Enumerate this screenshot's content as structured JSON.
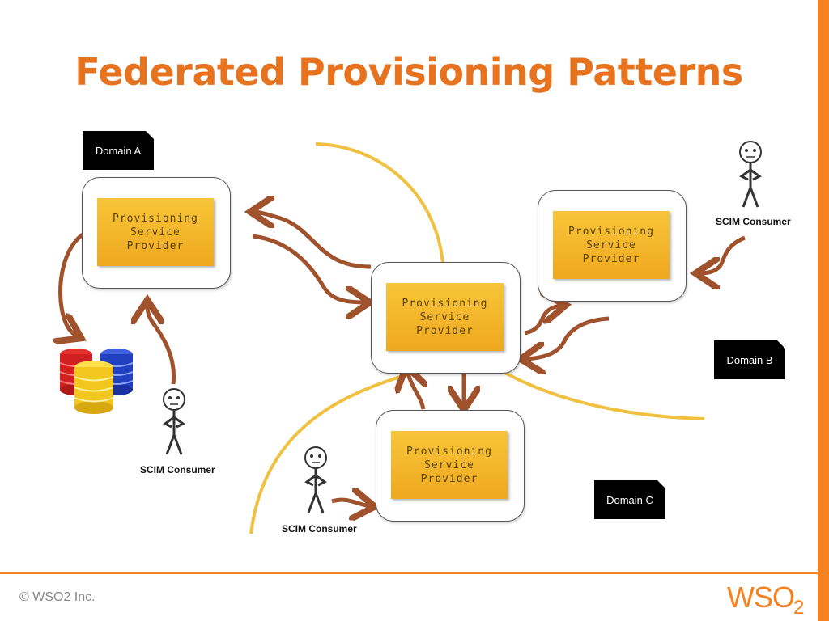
{
  "slide": {
    "title": "Federated Provisioning Patterns",
    "copyright": "© WSO2 Inc.",
    "logo": {
      "main": "WSO",
      "sub": "2"
    }
  },
  "domains": {
    "a": "Domain A",
    "b": "Domain B",
    "c": "Domain C"
  },
  "providers": {
    "a": "Provisioning\nService\nProvider",
    "center": "Provisioning\nService\nProvider",
    "b": "Provisioning\nService\nProvider",
    "c": "Provisioning\nService\nProvider"
  },
  "consumers": {
    "a": "SCIM Consumer",
    "b": "SCIM Consumer",
    "c": "SCIM Consumer"
  },
  "colors": {
    "accent": "#f58220",
    "title": "#e8731e",
    "provider_fill": "#f2b52a",
    "arrow": "#a0522d",
    "boundary": "#f0c040"
  },
  "icons": [
    "stick-figure-icon",
    "database-cylinders-icon",
    "wso2-logo"
  ]
}
